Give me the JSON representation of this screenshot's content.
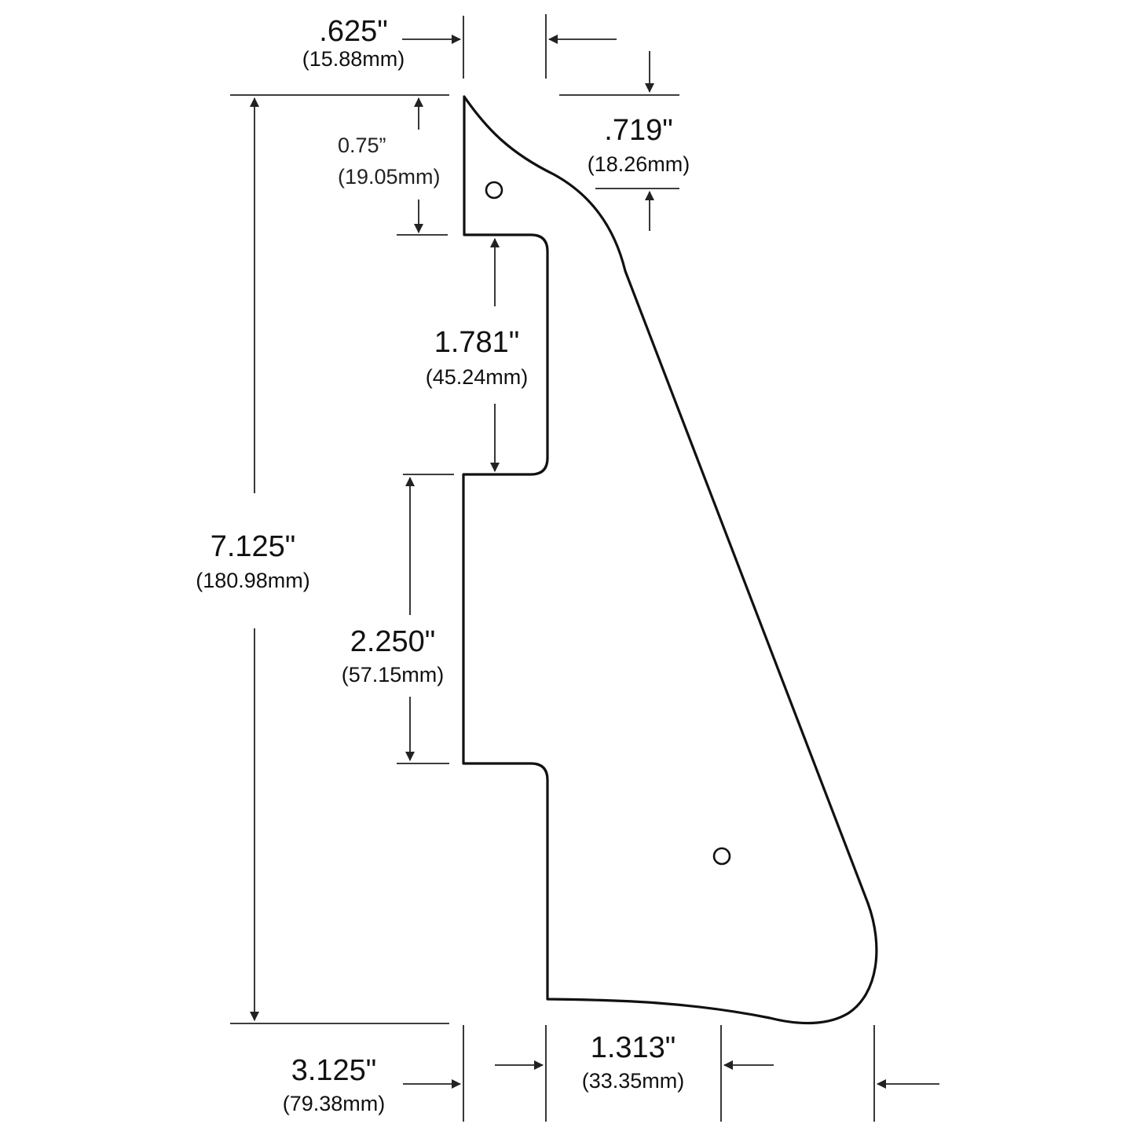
{
  "dimensions": {
    "top_width": {
      "inch": ".625\"",
      "mm": "(15.88mm)"
    },
    "top_right_height": {
      "inch": ".719\"",
      "mm": "(18.26mm)"
    },
    "top_left_height": {
      "inch": "0.75”",
      "mm": "(19.05mm)"
    },
    "upper_notch": {
      "inch": "1.781\"",
      "mm": "(45.24mm)"
    },
    "total_height": {
      "inch": "7.125\"",
      "mm": "(180.98mm)"
    },
    "lower_notch": {
      "inch": "2.250\"",
      "mm": "(57.15mm)"
    },
    "bottom_width": {
      "inch": "3.125\"",
      "mm": "(79.38mm)"
    },
    "bottom_inner": {
      "inch": "1.313\"",
      "mm": "(33.35mm)"
    }
  },
  "colors": {
    "line": "#111111",
    "background": "#ffffff"
  },
  "features": {
    "mounting_holes": 2
  }
}
